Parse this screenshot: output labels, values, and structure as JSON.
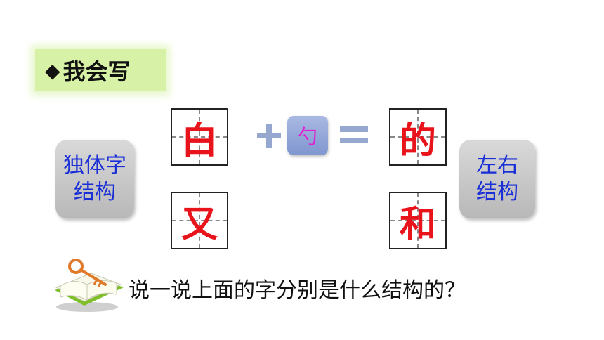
{
  "header": {
    "marker": "◆",
    "title": "我会写"
  },
  "left_label": {
    "line1": "独体字",
    "line2": "结构"
  },
  "right_label": {
    "line1": "左右",
    "line2": "结构"
  },
  "grid_chars": {
    "top_left": "白",
    "bottom_left": "又",
    "top_right": "的",
    "bottom_right": "和"
  },
  "radical": "勺",
  "question": "说一说上面的字分别是什么结构的？",
  "colors": {
    "char_red": "#e8131b",
    "label_blue": "#1a2fd6",
    "radical_pink": "#e020d0",
    "operator_blue": "#96a7d0",
    "header_green": "#d7f2a6"
  }
}
